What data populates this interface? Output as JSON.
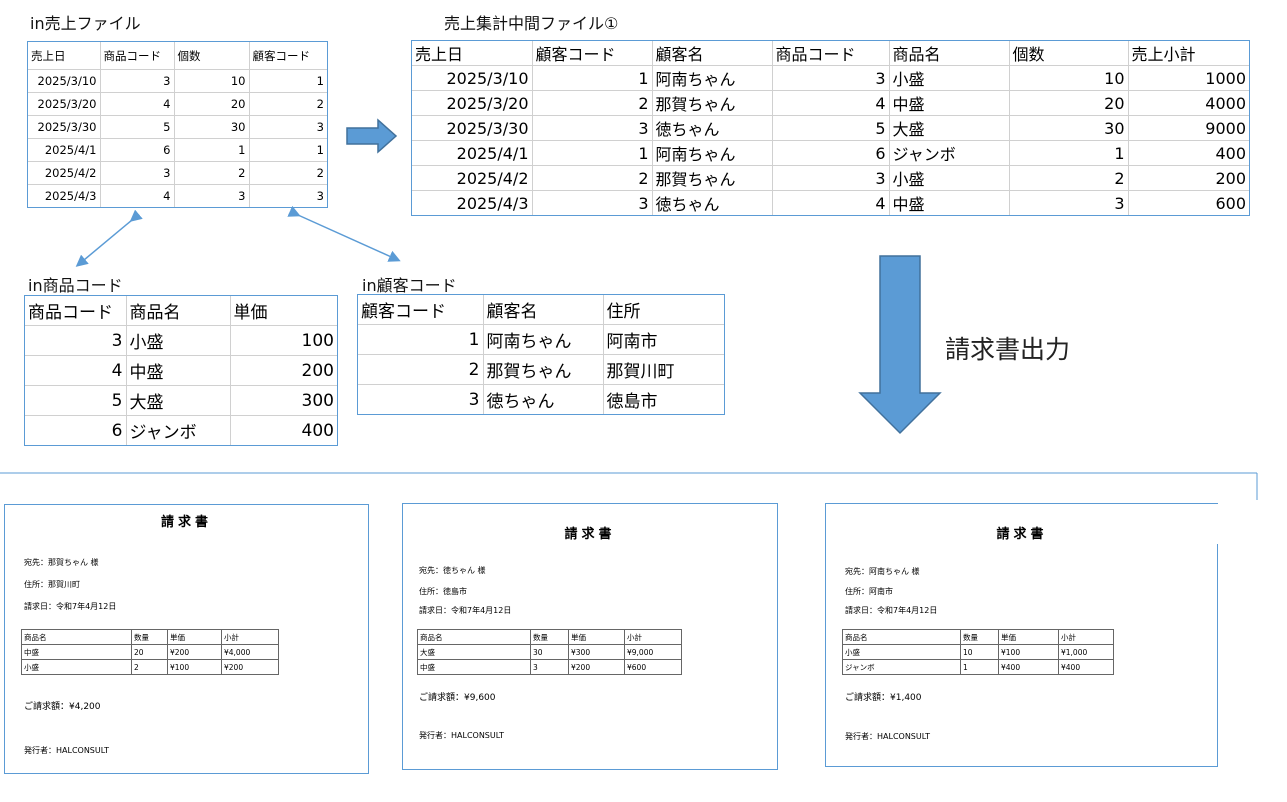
{
  "captions": {
    "sales": "in売上ファイル",
    "intermediate": "売上集計中間ファイル①",
    "products": "in商品コード",
    "customers": "in顧客コード",
    "invoice_output": "請求書出力"
  },
  "sales_table": {
    "headers": [
      "売上日",
      "商品コード",
      "個数",
      "顧客コード"
    ],
    "rows": [
      [
        "2025/3/10",
        "3",
        "10",
        "1"
      ],
      [
        "2025/3/20",
        "4",
        "20",
        "2"
      ],
      [
        "2025/3/30",
        "5",
        "30",
        "3"
      ],
      [
        "2025/4/1",
        "6",
        "1",
        "1"
      ],
      [
        "2025/4/2",
        "3",
        "2",
        "2"
      ],
      [
        "2025/4/3",
        "4",
        "3",
        "3"
      ]
    ]
  },
  "intermediate_table": {
    "headers": [
      "売上日",
      "顧客コード",
      "顧客名",
      "商品コード",
      "商品名",
      "個数",
      "売上小計"
    ],
    "rows": [
      [
        "2025/3/10",
        "1",
        "阿南ちゃん",
        "3",
        "小盛",
        "10",
        "1000"
      ],
      [
        "2025/3/20",
        "2",
        "那賀ちゃん",
        "4",
        "中盛",
        "20",
        "4000"
      ],
      [
        "2025/3/30",
        "3",
        "徳ちゃん",
        "5",
        "大盛",
        "30",
        "9000"
      ],
      [
        "2025/4/1",
        "1",
        "阿南ちゃん",
        "6",
        "ジャンボ",
        "1",
        "400"
      ],
      [
        "2025/4/2",
        "2",
        "那賀ちゃん",
        "3",
        "小盛",
        "2",
        "200"
      ],
      [
        "2025/4/3",
        "3",
        "徳ちゃん",
        "4",
        "中盛",
        "3",
        "600"
      ]
    ]
  },
  "product_table": {
    "headers": [
      "商品コード",
      "商品名",
      "単価"
    ],
    "rows": [
      [
        "3",
        "小盛",
        "100"
      ],
      [
        "4",
        "中盛",
        "200"
      ],
      [
        "5",
        "大盛",
        "300"
      ],
      [
        "6",
        "ジャンボ",
        "400"
      ]
    ]
  },
  "customer_table": {
    "headers": [
      "顧客コード",
      "顧客名",
      "住所"
    ],
    "rows": [
      [
        "1",
        "阿南ちゃん",
        "阿南市"
      ],
      [
        "2",
        "那賀ちゃん",
        "那賀川町"
      ],
      [
        "3",
        "徳ちゃん",
        "徳島市"
      ]
    ]
  },
  "invoices": [
    {
      "title": "請求書",
      "to": "宛先：那賀ちゃん 様",
      "address": "住所：那賀川町",
      "date": "請求日：令和7年4月12日",
      "headers": [
        "商品名",
        "数量",
        "単価",
        "小計"
      ],
      "rows": [
        [
          "中盛",
          "20",
          "¥200",
          "¥4,000"
        ],
        [
          "小盛",
          "2",
          "¥100",
          "¥200"
        ]
      ],
      "total": "ご請求額：¥4,200",
      "issuer": "発行者：HALCONSULT"
    },
    {
      "title": "請求書",
      "to": "宛先：徳ちゃん 様",
      "address": "住所：徳島市",
      "date": "請求日：令和7年4月12日",
      "headers": [
        "商品名",
        "数量",
        "単価",
        "小計"
      ],
      "rows": [
        [
          "大盛",
          "30",
          "¥300",
          "¥9,000"
        ],
        [
          "中盛",
          "3",
          "¥200",
          "¥600"
        ]
      ],
      "total": "ご請求額：¥9,600",
      "issuer": "発行者：HALCONSULT"
    },
    {
      "title": "請求書",
      "to": "宛先：阿南ちゃん 様",
      "address": "住所：阿南市",
      "date": "請求日：令和7年4月12日",
      "headers": [
        "商品名",
        "数量",
        "単価",
        "小計"
      ],
      "rows": [
        [
          "小盛",
          "10",
          "¥100",
          "¥1,000"
        ],
        [
          "ジャンボ",
          "1",
          "¥400",
          "¥400"
        ]
      ],
      "total": "ご請求額：¥1,400",
      "issuer": "発行者：HALCONSULT"
    }
  ],
  "colors": {
    "arrow": "#5b9bd5",
    "arrow_border": "#41719c",
    "frame": "#5b9bd5"
  }
}
